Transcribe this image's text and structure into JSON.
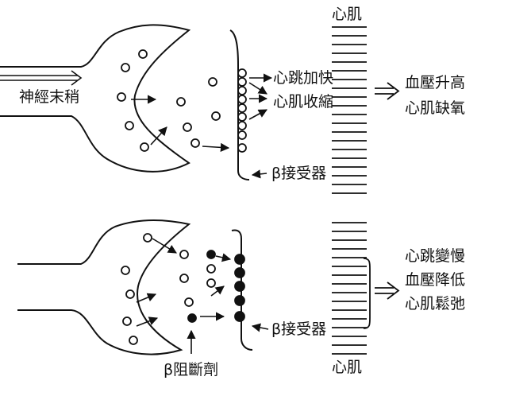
{
  "top": {
    "muscle_label": "心肌",
    "nerve_label": "神經末稍",
    "effect_1": "心跳加快",
    "effect_2": "心肌收縮",
    "receptor_label": "β接受器",
    "result_1": "血壓升高",
    "result_2": "心肌缺氧"
  },
  "bottom": {
    "muscle_label": "心肌",
    "blocker_label": "β阻斷劑",
    "receptor_label": "β接受器",
    "result_1": "心跳變慢",
    "result_2": "血壓降低",
    "result_3": "心肌鬆弛"
  },
  "colors": {
    "ink": "#111111",
    "background": "#ffffff"
  }
}
